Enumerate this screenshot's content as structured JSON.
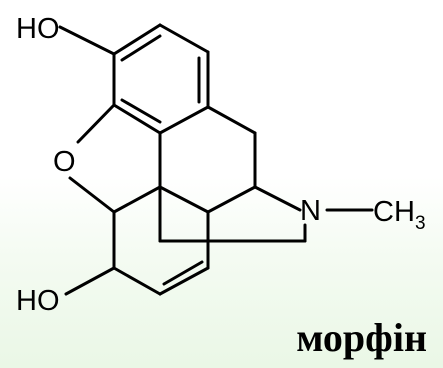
{
  "labels": {
    "oh_top": "HO",
    "oxygen": "O",
    "nitrogen": "N",
    "methyl_main": "CH",
    "methyl_sub": "3",
    "oh_bottom": "HO"
  },
  "compound_name": "морфін",
  "colors": {
    "bond": "#000000",
    "background_top": "#ffffff",
    "background_bottom": "#eaf7e6"
  }
}
